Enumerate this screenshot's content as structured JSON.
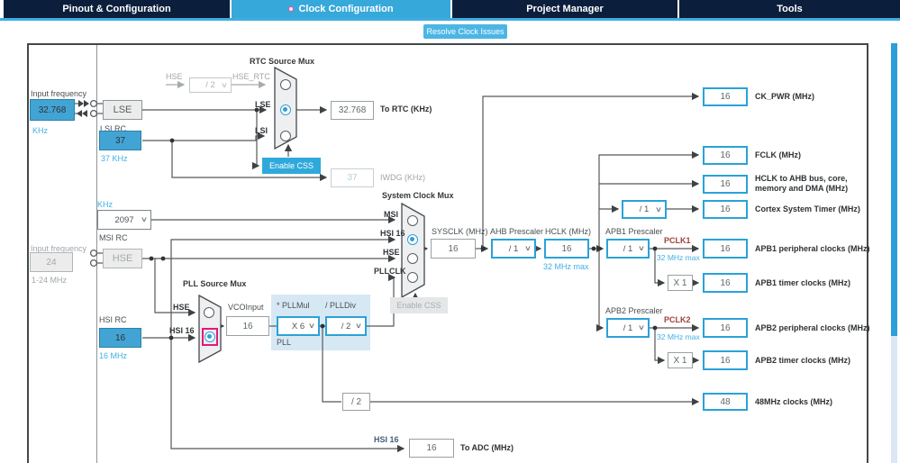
{
  "tabs": {
    "items": [
      {
        "label": "Pinout & Configuration"
      },
      {
        "label": "Clock Configuration"
      },
      {
        "label": "Project Manager"
      },
      {
        "label": "Tools"
      }
    ]
  },
  "toolbar": {
    "resolve_button": "Resolve Clock Issues"
  },
  "icons": {
    "chevron_down": "∨"
  },
  "colors": {
    "accent_blue": "#37a8da",
    "navy": "#0b1f3c",
    "value_border_blue": "#2aa2d8",
    "input_fill_blue": "#42a4d4",
    "highlight_magenta": "#e5187d",
    "pclk_red": "#a1413c"
  },
  "lse_section": {
    "input_label": "Input frequency",
    "input_value": "32.768",
    "input_unit": "KHz",
    "lse_label": "LSE",
    "lsi_rc_label": "LSI RC",
    "lsi_value": "37",
    "lsi_unit": "37 KHz"
  },
  "rtc_mux": {
    "title": "RTC Source Mux",
    "hse_label": "HSE",
    "hse_div_value": "/ 2",
    "hse_rtc_label": "HSE_RTC",
    "lse_label": "LSE",
    "lsi_label": "LSI",
    "enable_css": "Enable CSS",
    "to_rtc_value": "32.768",
    "to_rtc_label": "To RTC (KHz)",
    "iwdg_value": "37",
    "iwdg_label": "IWDG (KHz)"
  },
  "msi_section": {
    "unit": "KHz",
    "value": "2097",
    "label": "MSI RC"
  },
  "hse_section": {
    "input_label": "Input frequency",
    "input_value": "24",
    "input_range": "1-24 MHz",
    "hse_label": "HSE"
  },
  "hsi_section": {
    "label": "HSI RC",
    "value": "16",
    "unit": "16 MHz"
  },
  "pll": {
    "title": "PLL Source Mux",
    "hse_label": "HSE",
    "hsi_label": "HSI 16",
    "vco_label": "VCOInput",
    "vco_value": "16",
    "mul_label": "* PLLMul",
    "mul_value": "X 6",
    "div_label": "/ PLLDiv",
    "div_value": "/ 2",
    "panel_label": "PLL"
  },
  "sys_mux": {
    "title": "System Clock Mux",
    "inputs": [
      "MSI",
      "HSI 16",
      "HSE",
      "PLLCLK"
    ],
    "enable_css": "Enable CSS",
    "sysclk_label": "SYSCLK (MHz)",
    "sysclk_value": "16"
  },
  "ahb": {
    "label": "AHB Prescaler",
    "value": "/ 1",
    "hclk_label": "HCLK (MHz)",
    "hclk_value": "16",
    "hclk_max": "32 MHz max"
  },
  "cortex": {
    "div_value": "/ 1"
  },
  "apb1": {
    "label": "APB1 Prescaler",
    "value": "/ 1",
    "pclk_label": "PCLK1",
    "pclk_max": "32 MHz max",
    "mul_value": "X 1"
  },
  "apb2": {
    "label": "APB2 Prescaler",
    "value": "/ 1",
    "pclk_label": "PCLK2",
    "pclk_max": "32 MHz max",
    "mul_value": "X 1"
  },
  "outputs": {
    "ck_pwr": {
      "value": "16",
      "label": "CK_PWR (MHz)"
    },
    "fclk": {
      "value": "16",
      "label": "FCLK (MHz)"
    },
    "hclk_ahb": {
      "value": "16",
      "label_line1": "HCLK to AHB bus, core,",
      "label_line2": "memory and DMA (MHz)"
    },
    "cortex_timer": {
      "value": "16",
      "label": "Cortex System Timer (MHz)"
    },
    "apb1_periph": {
      "value": "16",
      "label": "APB1 peripheral clocks (MHz)"
    },
    "apb1_timer": {
      "value": "16",
      "label": "APB1 timer clocks (MHz)"
    },
    "apb2_periph": {
      "value": "16",
      "label": "APB2 peripheral clocks (MHz)"
    },
    "apb2_timer": {
      "value": "16",
      "label": "APB2 timer clocks (MHz)"
    },
    "clk48": {
      "div_value": "/ 2",
      "value": "48",
      "label": "48MHz clocks (MHz)"
    },
    "adc": {
      "signal": "HSI 16",
      "value": "16",
      "label": "To ADC (MHz)"
    }
  }
}
